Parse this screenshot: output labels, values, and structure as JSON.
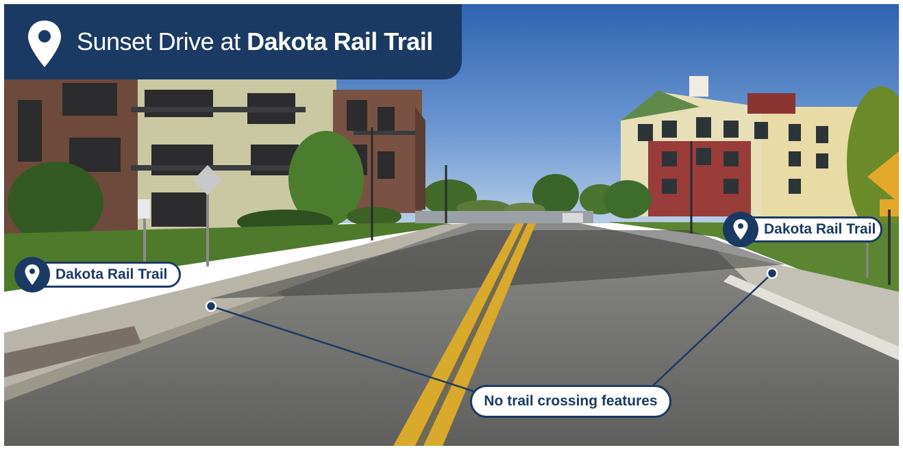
{
  "title": {
    "prefix": "Sunset Drive at ",
    "emphasis": "Dakota Rail Trail",
    "icon": "map-pin-icon"
  },
  "labels": {
    "left": {
      "text": "Dakota Rail Trail",
      "icon": "map-pin-icon"
    },
    "right": {
      "text": "Dakota Rail Trail",
      "icon": "map-pin-icon"
    }
  },
  "callout": {
    "text": "No trail crossing features"
  },
  "colors": {
    "navy": "#1b3a63",
    "sky": "#4a7fc4",
    "asphalt": "#6f6f6c",
    "centerline": "#d8a92a",
    "grass": "#4f7a2c"
  }
}
